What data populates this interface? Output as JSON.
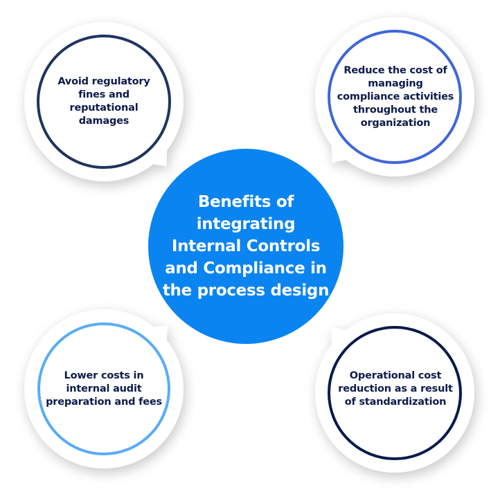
{
  "diagram": {
    "center": {
      "title": "Benefits of integrating Internal Controls and Compliance in the process design",
      "color": "#0a84f0"
    },
    "benefits": [
      {
        "position": "top-left",
        "text": "Avoid regulatory fines and reputational damages",
        "ring_color": "#1f3460"
      },
      {
        "position": "top-right",
        "text": "Reduce the cost of managing compliance activities throughout the organization",
        "ring_color": "#3f66d8"
      },
      {
        "position": "bottom-left",
        "text": "Lower costs in internal audit preparation and fees",
        "ring_color": "#5aacf5"
      },
      {
        "position": "bottom-right",
        "text": "Operational cost reduction as a result of standardization",
        "ring_color": "#061a4c"
      }
    ],
    "text_color": "#0d1b4b"
  }
}
